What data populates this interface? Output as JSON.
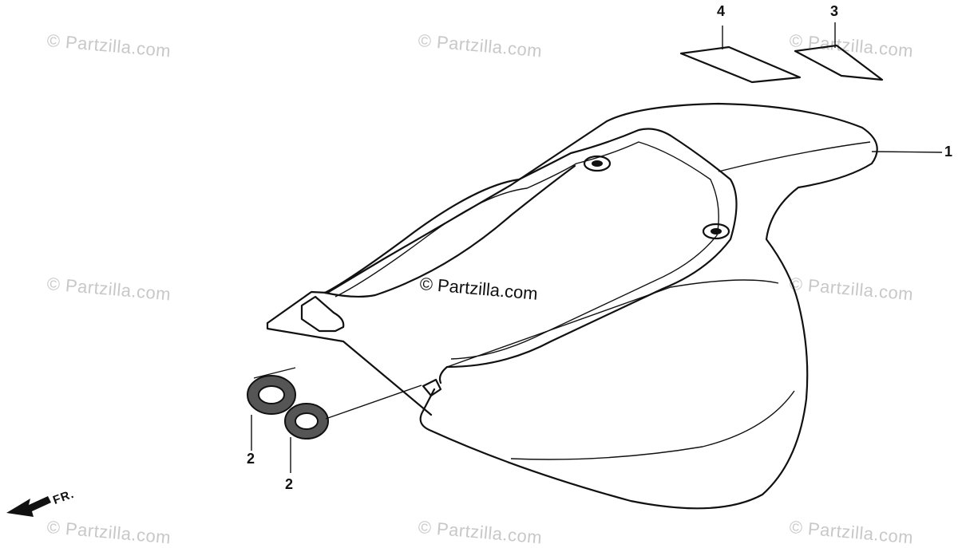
{
  "watermark": {
    "text": "© Partzilla.com",
    "center_text": "© Partzilla.com"
  },
  "callouts": {
    "part_1": "1",
    "part_2a": "2",
    "part_2b": "2",
    "part_3": "3",
    "part_4": "4"
  },
  "direction": {
    "label": "FR."
  },
  "colors": {
    "line": "#111111",
    "watermark": "#c8c8c8",
    "background": "#ffffff"
  }
}
